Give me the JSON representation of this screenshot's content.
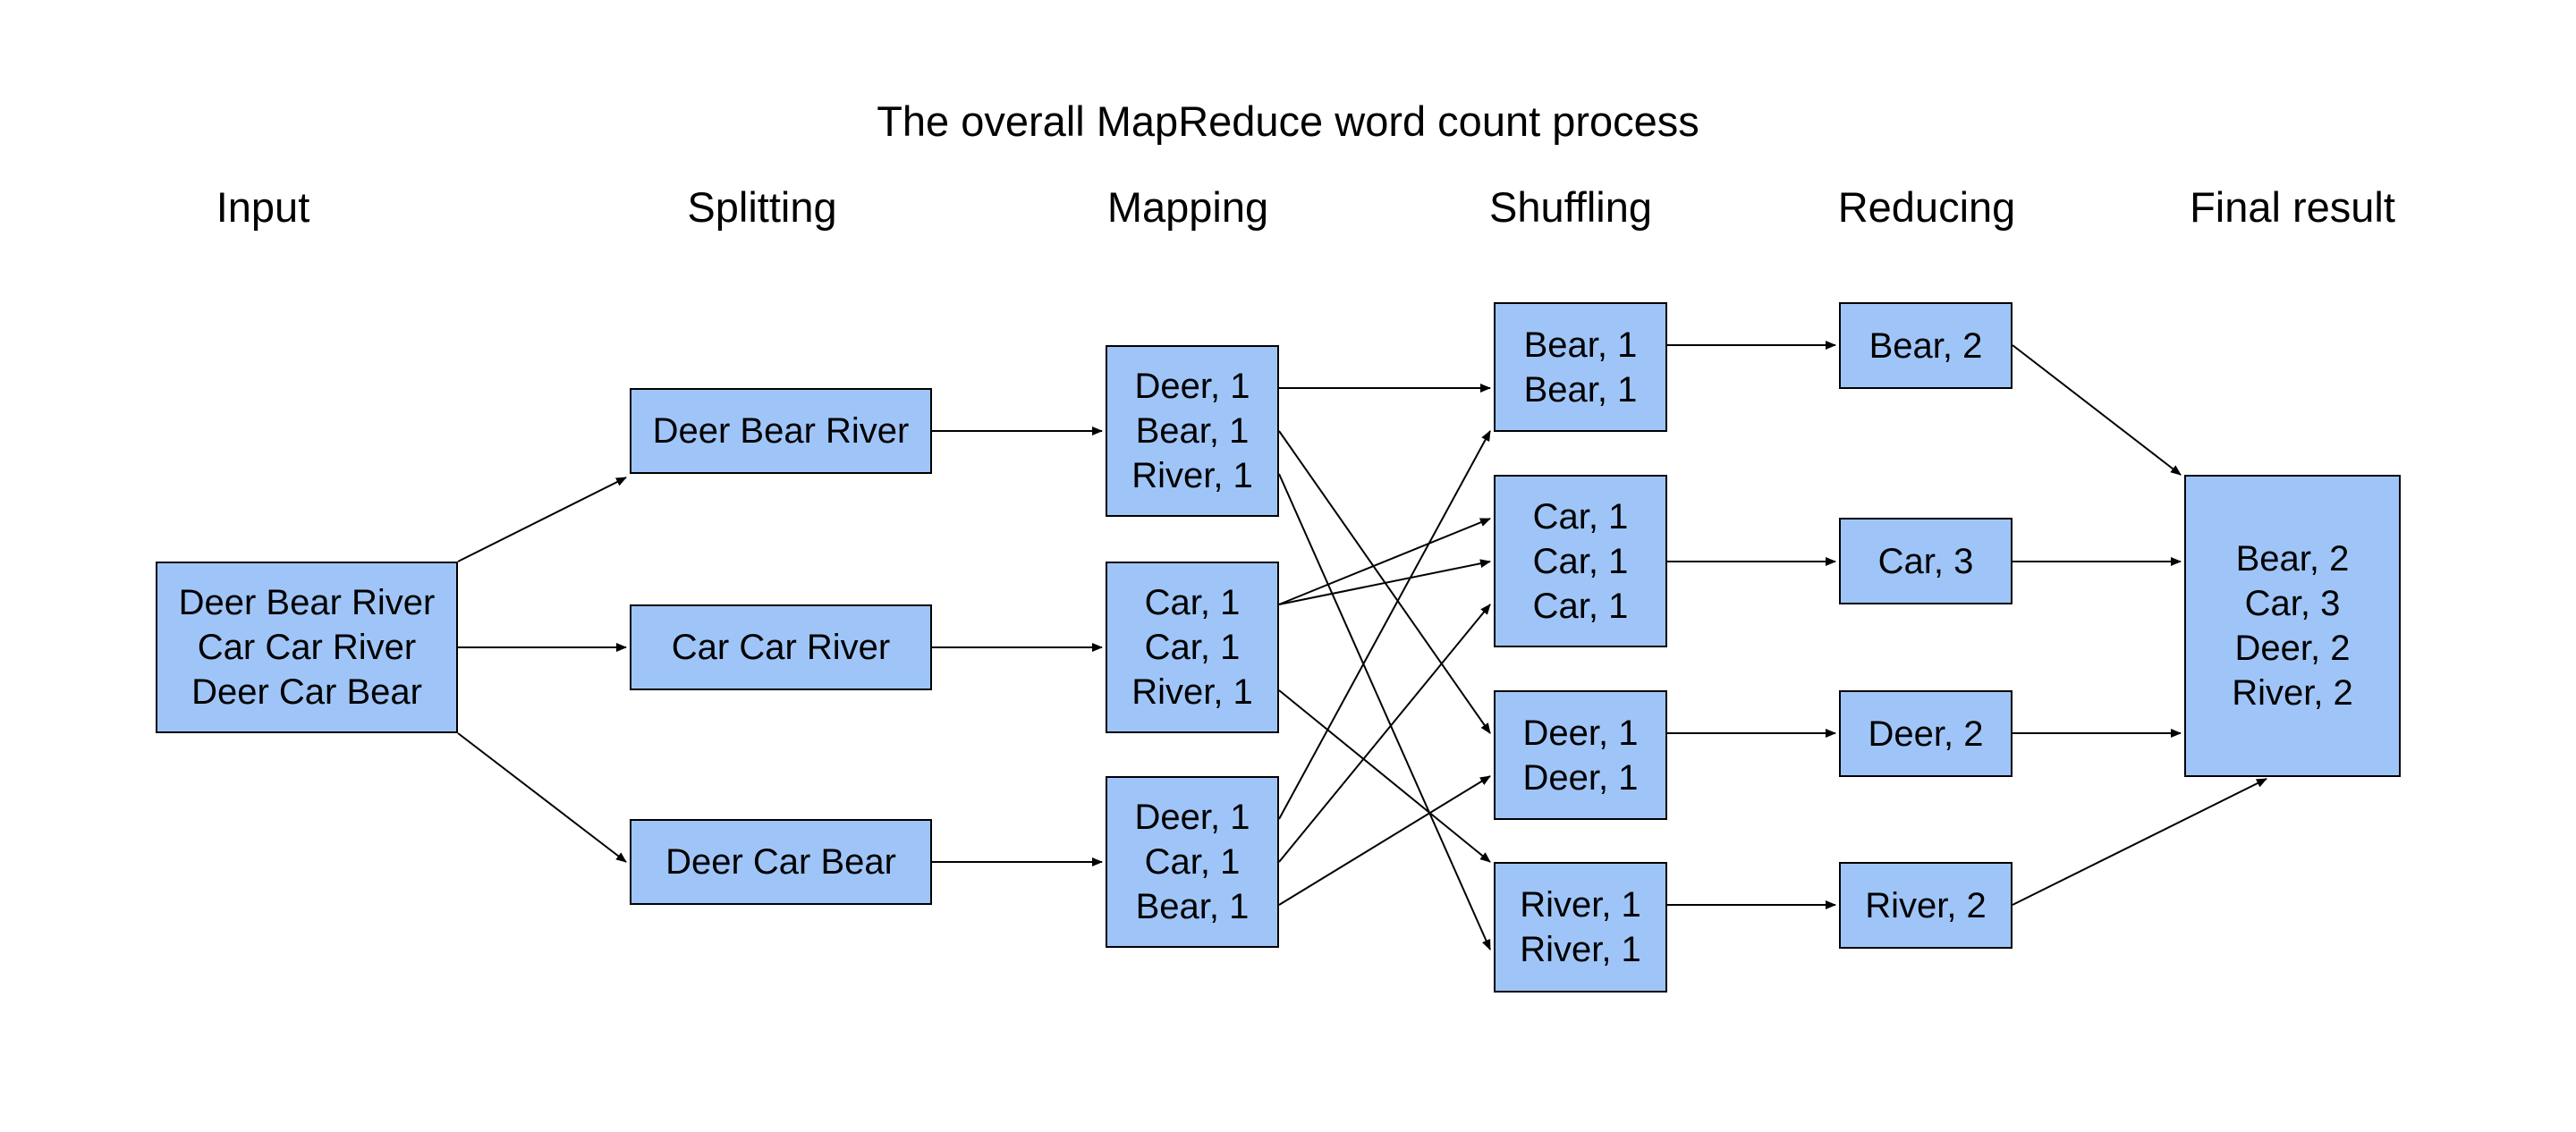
{
  "title": "The overall MapReduce word count process",
  "stages": {
    "input": "Input",
    "splitting": "Splitting",
    "mapping": "Mapping",
    "shuffling": "Shuffling",
    "reducing": "Reducing",
    "final": "Final result"
  },
  "colors": {
    "box_fill": "#9fc5f8",
    "box_border": "#000000",
    "arrow": "#000000",
    "background": "#ffffff"
  },
  "input": {
    "lines": [
      "Deer Bear River",
      "Car Car River",
      "Deer Car Bear"
    ]
  },
  "splits": [
    {
      "lines": [
        "Deer Bear River"
      ]
    },
    {
      "lines": [
        "Car Car River"
      ]
    },
    {
      "lines": [
        "Deer Car Bear"
      ]
    }
  ],
  "maps": [
    {
      "lines": [
        "Deer, 1",
        "Bear, 1",
        "River, 1"
      ]
    },
    {
      "lines": [
        "Car, 1",
        "Car, 1",
        "River, 1"
      ]
    },
    {
      "lines": [
        "Deer, 1",
        "Car, 1",
        "Bear, 1"
      ]
    }
  ],
  "shuffles": [
    {
      "lines": [
        "Bear, 1",
        "Bear, 1"
      ]
    },
    {
      "lines": [
        "Car, 1",
        "Car, 1",
        "Car, 1"
      ]
    },
    {
      "lines": [
        "Deer, 1",
        "Deer, 1"
      ]
    },
    {
      "lines": [
        "River, 1",
        "River, 1"
      ]
    }
  ],
  "reduces": [
    {
      "lines": [
        "Bear, 2"
      ]
    },
    {
      "lines": [
        "Car, 3"
      ]
    },
    {
      "lines": [
        "Deer, 2"
      ]
    },
    {
      "lines": [
        "River, 2"
      ]
    }
  ],
  "result": {
    "lines": [
      "Bear, 2",
      "Car, 3",
      "Deer, 2",
      "River, 2"
    ]
  }
}
